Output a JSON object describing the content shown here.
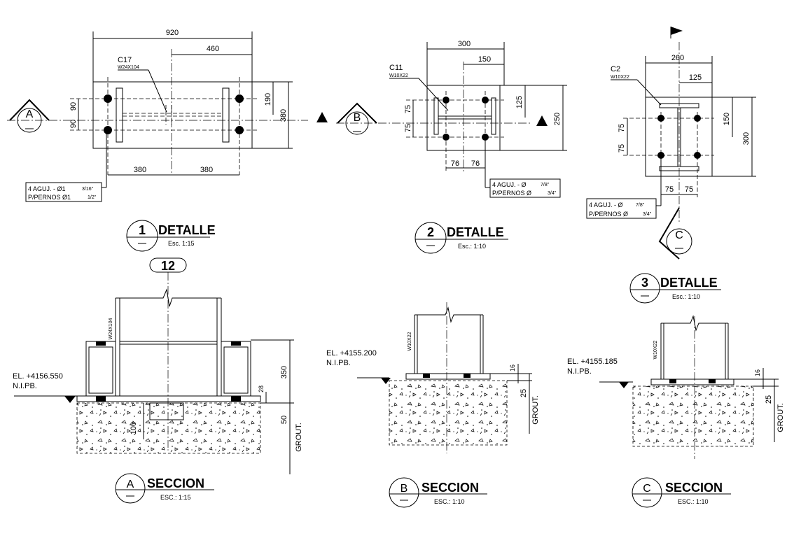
{
  "detail1": {
    "dim_total": "920",
    "dim_half": "460",
    "dim_left": "380",
    "dim_right": "380",
    "dim_v_top": "190",
    "dim_v_total": "380",
    "dim_v_a": "90",
    "dim_v_b": "90",
    "col_name": "C17",
    "col_profile": "W24X104",
    "note_line1": "4 AGUJ. - Ø1",
    "note_frac1": "3/16\"",
    "note_line2": "P/PERNOS Ø1",
    "note_frac2": "1/2\"",
    "section_letter": "A",
    "number": "1",
    "title": "DETALLE",
    "scale": "Esc.  1:15"
  },
  "detail2": {
    "dim_total": "300",
    "dim_half": "150",
    "dim_v_total": "250",
    "dim_v_half": "125",
    "dim_v_a": "75",
    "dim_v_b": "75",
    "dim_h_a": "76",
    "dim_h_b": "76",
    "col_name": "C11",
    "col_profile": "W10X22",
    "note_line1": "4 AGUJ. - Ø",
    "note_frac1": "7/8\"",
    "note_line2": "P/PERNOS Ø",
    "note_frac2": "3/4\"",
    "section_letter": "B",
    "number": "2",
    "title": "DETALLE",
    "scale": "Esc.: 1:10"
  },
  "detail3": {
    "dim_total": "260",
    "dim_half": "125",
    "dim_v_total": "300",
    "dim_v_half": "150",
    "dim_v_a": "75",
    "dim_v_b": "75",
    "dim_h_a": "75",
    "dim_h_b": "75",
    "col_name": "C2",
    "col_profile": "W10X22",
    "note_line1": "4 AGUJ. - Ø",
    "note_frac1": "7/8\"",
    "note_line2": "P/PERNOS Ø",
    "note_frac2": "3/4\"",
    "section_letter": "C",
    "number": "3",
    "title": "DETALLE",
    "scale": "Esc.: 1:10"
  },
  "sectionA": {
    "grid_tag": "12",
    "profile": "W24X104",
    "elev": "EL. +4156.550",
    "level": "N.I.PB.",
    "dim_350": "350",
    "dim_28": "28",
    "dim_50": "50",
    "dim_100": "100",
    "grout": "GROUT.",
    "letter": "A",
    "title": "SECCION",
    "scale": "ESC.: 1:15"
  },
  "sectionB": {
    "profile": "W10X22",
    "elev": "EL. +4155.200",
    "level": "N.I.PB.",
    "dim_16": "16",
    "dim_25": "25",
    "grout": "GROUT.",
    "letter": "B",
    "title": "SECCION",
    "scale": "ESC.: 1:10"
  },
  "sectionC": {
    "profile": "W10X22",
    "elev": "EL. +4155.185",
    "level": "N.I.PB.",
    "dim_16": "16",
    "dim_25": "25",
    "grout": "GROUT.",
    "letter": "C",
    "title": "SECCION",
    "scale": "ESC.: 1:10"
  }
}
